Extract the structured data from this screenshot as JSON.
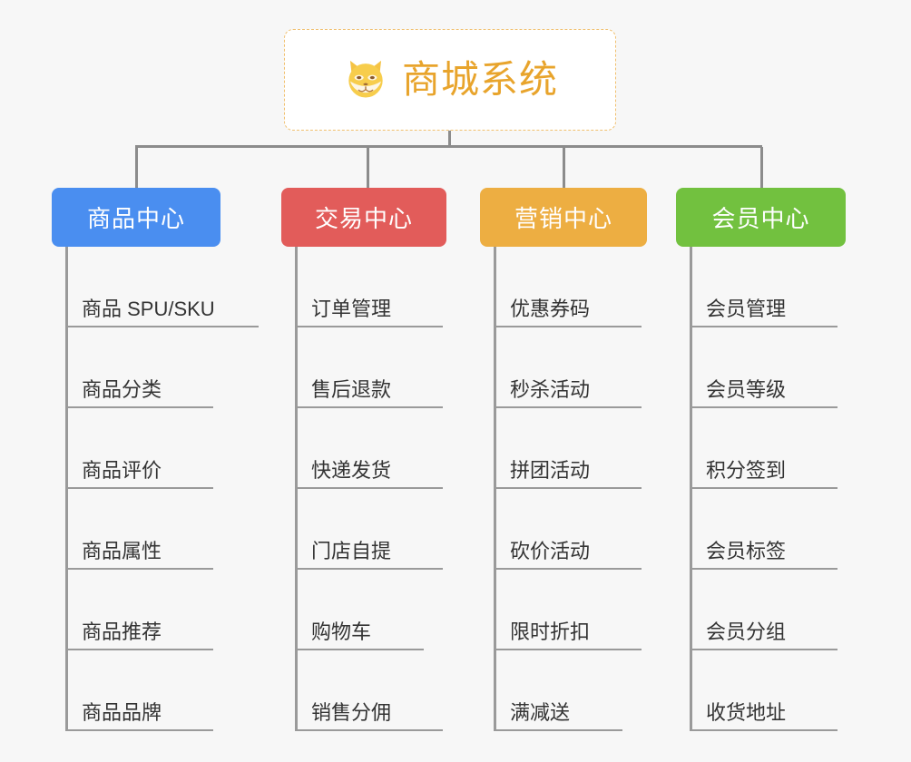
{
  "root": {
    "title": "商城系统",
    "icon": "shiba-dog-icon",
    "title_color": "#e8a42c",
    "border_color": "#f0c070",
    "background": "#ffffff"
  },
  "canvas": {
    "background": "#f7f7f7",
    "connector_color": "#8c8c8c"
  },
  "branches": [
    {
      "label": "商品中心",
      "color": "#4a8ef0",
      "underline_widths": [
        213,
        163,
        163,
        163,
        163,
        163
      ],
      "items": [
        "商品 SPU/SKU",
        "商品分类",
        "商品评价",
        "商品属性",
        "商品推荐",
        "商品品牌"
      ]
    },
    {
      "label": "交易中心",
      "color": "#e25c5a",
      "underline_widths": [
        163,
        163,
        163,
        163,
        142,
        163
      ],
      "items": [
        "订单管理",
        "售后退款",
        "快递发货",
        "门店自提",
        "购物车",
        "销售分佣"
      ]
    },
    {
      "label": "营销中心",
      "color": "#edae42",
      "underline_widths": [
        163,
        163,
        163,
        163,
        163,
        142
      ],
      "items": [
        "优惠券码",
        "秒杀活动",
        "拼团活动",
        "砍价活动",
        "限时折扣",
        "满减送"
      ]
    },
    {
      "label": "会员中心",
      "color": "#72c13f",
      "underline_widths": [
        163,
        163,
        163,
        163,
        163,
        163
      ],
      "items": [
        "会员管理",
        "会员等级",
        "积分签到",
        "会员标签",
        "会员分组",
        "收货地址"
      ]
    }
  ]
}
